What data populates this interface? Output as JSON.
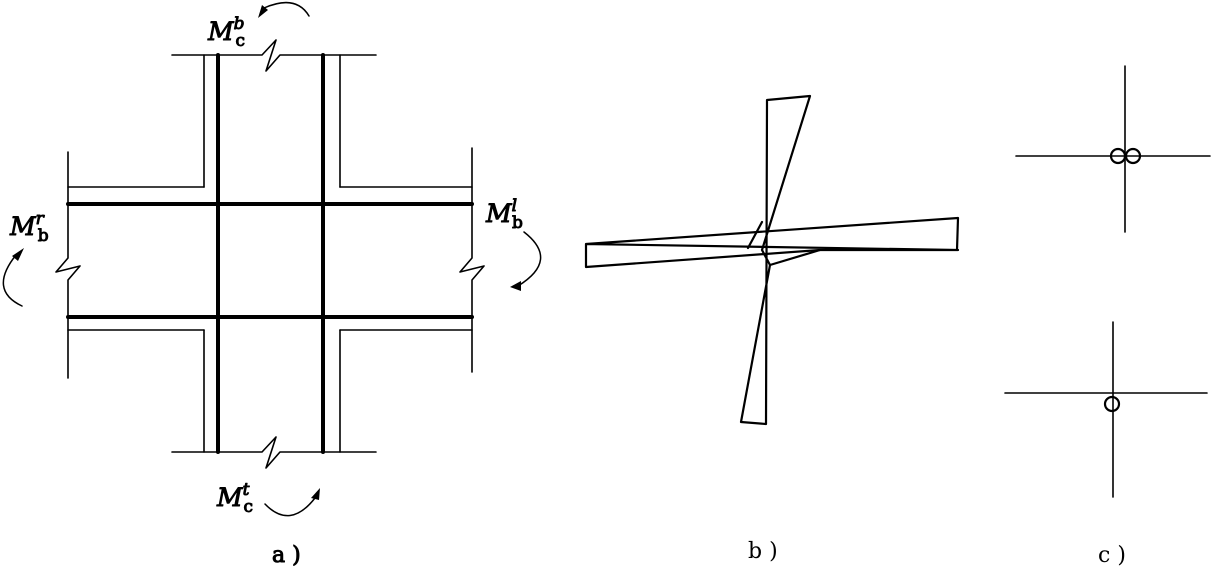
{
  "panel_a": {
    "caption": "a )",
    "moments": {
      "top": {
        "symbol": "M",
        "sub": "c",
        "sup": "b"
      },
      "bottom": {
        "symbol": "M",
        "sub": "c",
        "sup": "t"
      },
      "left": {
        "symbol": "M",
        "sub": "b",
        "sup": "r"
      },
      "right": {
        "symbol": "M",
        "sub": "b",
        "sup": "l"
      }
    }
  },
  "panel_b": {
    "caption": "b )"
  },
  "panel_c": {
    "caption": "c )"
  },
  "colors": {
    "ink": "#000000",
    "background": "#ffffff"
  }
}
